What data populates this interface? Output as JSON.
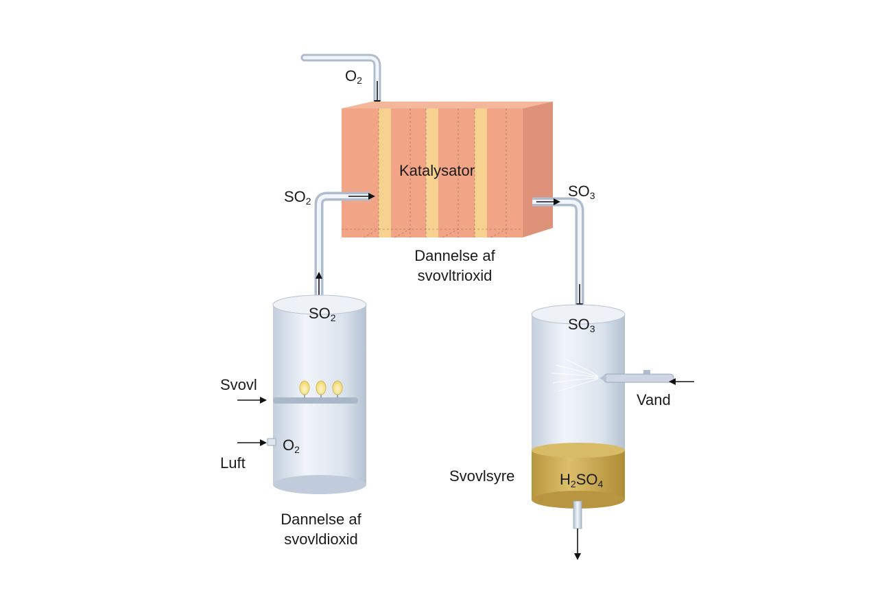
{
  "labels": {
    "katalysator": "Katalysator",
    "o2_top_main": "O",
    "o2_top_sub": "2",
    "so2_pipe_main": "SO",
    "so2_pipe_sub": "2",
    "so3_pipe_main": "SO",
    "so3_pipe_sub": "3",
    "so2_tank_main": "SO",
    "so2_tank_sub": "2",
    "so3_tank_main": "SO",
    "so3_tank_sub": "3",
    "svovl": "Svovl",
    "luft": "Luft",
    "o2_inlet_main": "O",
    "o2_inlet_sub": "2",
    "vand": "Vand",
    "svovlsyre": "Svovlsyre",
    "h2so4_h": "H",
    "h2so4_2": "2",
    "h2so4_so": "SO",
    "h2so4_4": "4"
  },
  "captions": {
    "trioxid_line1": "Dannelse af",
    "trioxid_line2": "svovltrioxid",
    "dioxid_line1": "Dannelse af",
    "dioxid_line2": "svovldioxid"
  },
  "colors": {
    "catalyst_front": "#f2a586",
    "catalyst_top": "#f5b79b",
    "catalyst_side": "#e0927a",
    "catalyst_stripe": "#f7d690",
    "tank_body": "#dfe6ef",
    "tank_edge": "#b7c3d2",
    "acid": "#c9a84e",
    "pipe": "#dfe6ef"
  }
}
